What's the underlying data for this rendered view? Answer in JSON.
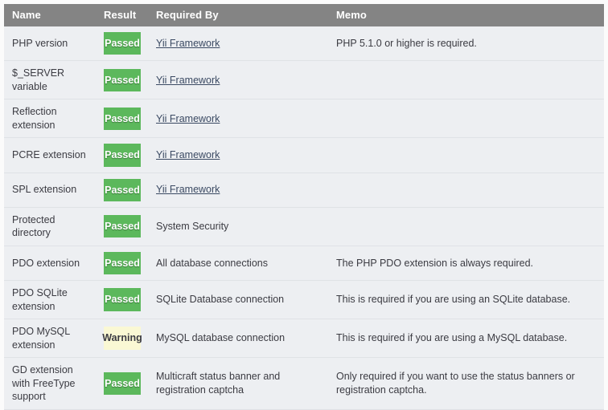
{
  "table": {
    "columns": [
      {
        "key": "name",
        "label": "Name"
      },
      {
        "key": "result",
        "label": "Result"
      },
      {
        "key": "required_by",
        "label": "Required By"
      },
      {
        "key": "memo",
        "label": "Memo"
      }
    ],
    "colors": {
      "header_background": "#848484",
      "header_text": "#ffffff",
      "row_background": "#edeff2",
      "passed_background": "#5cb85c",
      "passed_text": "#ffffff",
      "warning_background": "#faf8d4",
      "warning_text": "#3b3b42",
      "link_text": "#3b4a63",
      "body_text": "#3b3b42",
      "page_background": "#fbfbfb"
    },
    "rows": [
      {
        "name": "PHP version",
        "result": "Passed",
        "result_state": "passed",
        "required_by": "Yii Framework",
        "required_by_is_link": true,
        "memo": "PHP 5.1.0 or higher is required."
      },
      {
        "name": "$_SERVER variable",
        "result": "Passed",
        "result_state": "passed",
        "required_by": "Yii Framework",
        "required_by_is_link": true,
        "memo": ""
      },
      {
        "name": "Reflection extension",
        "result": "Passed",
        "result_state": "passed",
        "required_by": "Yii Framework",
        "required_by_is_link": true,
        "memo": ""
      },
      {
        "name": "PCRE extension",
        "result": "Passed",
        "result_state": "passed",
        "required_by": "Yii Framework",
        "required_by_is_link": true,
        "memo": ""
      },
      {
        "name": "SPL extension",
        "result": "Passed",
        "result_state": "passed",
        "required_by": "Yii Framework",
        "required_by_is_link": true,
        "memo": ""
      },
      {
        "name": "Protected directory",
        "result": "Passed",
        "result_state": "passed",
        "required_by": "System Security",
        "required_by_is_link": false,
        "memo": ""
      },
      {
        "name": "PDO extension",
        "result": "Passed",
        "result_state": "passed",
        "required_by": "All database connections",
        "required_by_is_link": false,
        "memo": "The PHP PDO extension is always required."
      },
      {
        "name": "PDO SQLite extension",
        "result": "Passed",
        "result_state": "passed",
        "required_by": "SQLite Database connection",
        "required_by_is_link": false,
        "memo": "This is required if you are using an SQLite database."
      },
      {
        "name": "PDO MySQL extension",
        "result": "Warning",
        "result_state": "warning",
        "required_by": "MySQL database connection",
        "required_by_is_link": false,
        "memo": "This is required if you are using a MySQL database."
      },
      {
        "name": "GD extension with FreeType support",
        "result": "Passed",
        "result_state": "passed",
        "required_by": "Multicraft status banner and registration captcha",
        "required_by_is_link": false,
        "memo": "Only required if you want to use the status banners or registration captcha."
      }
    ]
  }
}
